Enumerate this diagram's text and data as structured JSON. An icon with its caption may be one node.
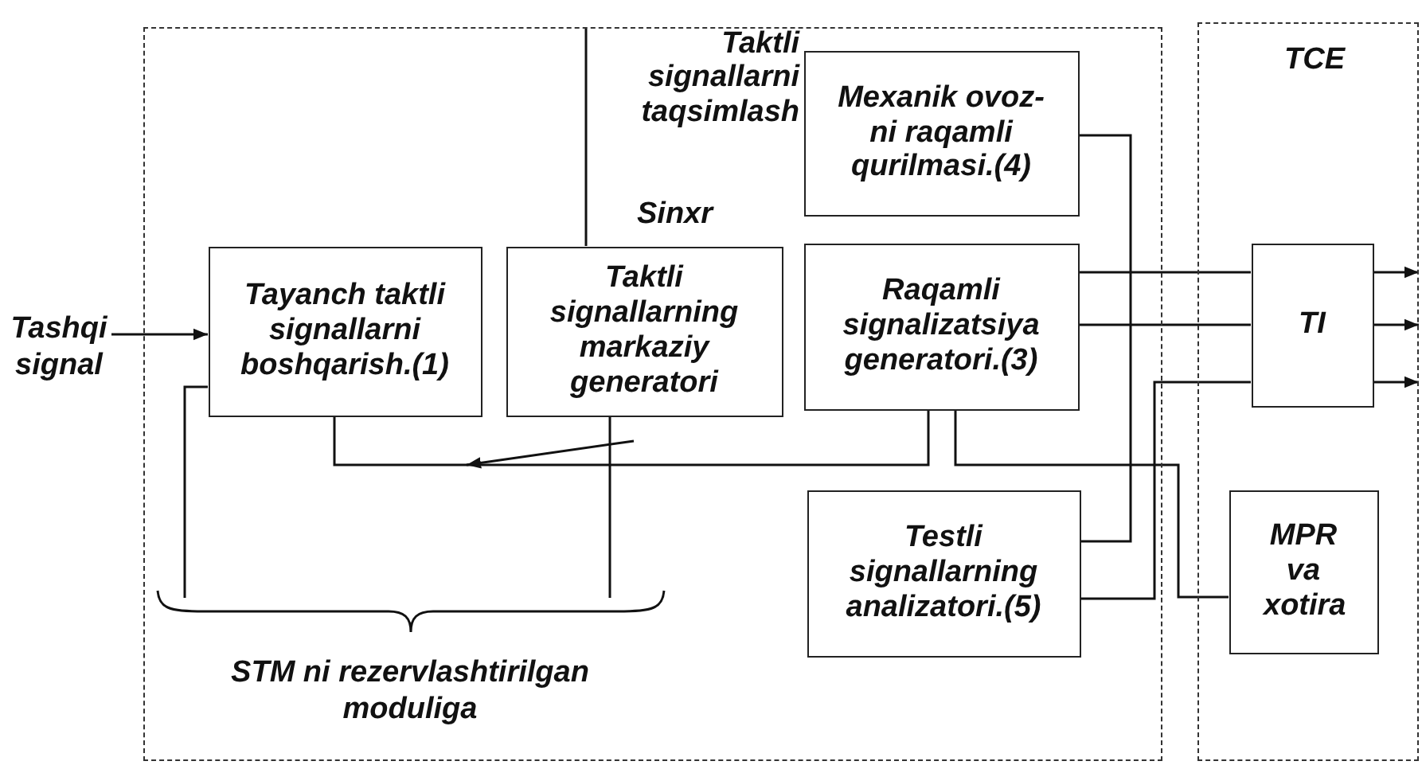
{
  "diagram": {
    "nodes": [
      {
        "text": [],
        "shape": "box"
      },
      {
        "text": [
          "Tayanch taktli signallarni boshqarish.(1)"
        ],
        "in": 0
      },
      {
        "text": [
          "Taktli signallarning markaziy generatori"
        ],
        "in": 0
      },
      {
        "text": [
          "Mexanik ovoz-ni raqamli qurilmasi.(4)"
        ],
        "in": 0
      },
      {
        "text": [
          "Raqamli signalizatsiya generatori.(3)"
        ],
        "in": 0
      },
      {
        "text": [
          "Testli signallarning analizatori.(5)"
        ],
        "in": 0
      },
      {
        "text": [
          "TCE"
        ]
      },
      {
        "text": [
          "TI"
        ],
        "in": 6
      },
      {
        "text": [
          "MPR va xotira"
        ],
        "in": 6
      },
      {
        "text": [
          "Tashqi signal"
        ]
      },
      {
        "text": [
          "STM ni rezervlashtirilgan moduliga"
        ],
        "in": 0
      }
    ],
    "edges": [
      {
        "from": 9,
        "to": 1,
        "arrow": "to"
      },
      {
        "from": 2,
        "to": null,
        "arrow": "none"
      },
      {
        "from": 3,
        "to": 5,
        "arrow": "none"
      },
      {
        "from": 4,
        "to": 7,
        "arrow": "none"
      },
      {
        "from": 4,
        "to": 7,
        "arrow": "none"
      },
      {
        "from": 5,
        "to": 7,
        "arrow": "none"
      },
      {
        "from": 4,
        "to": 8,
        "arrow": "none"
      },
      {
        "from": 4,
        "to": 1,
        "arrow": "none"
      },
      {
        "from": 1,
        "to": 10,
        "arrow": "none"
      },
      {
        "from": 2,
        "to": 10,
        "arrow": "none"
      },
      {
        "from": 7,
        "to": null,
        "arrow": "to"
      },
      {
        "from": 7,
        "to": null,
        "arrow": "to"
      },
      {
        "from": 7,
        "to": null,
        "arrow": "to"
      }
    ],
    "labels": [
      "Taktli signallarni taqsimlash",
      "Sinxr"
    ]
  }
}
